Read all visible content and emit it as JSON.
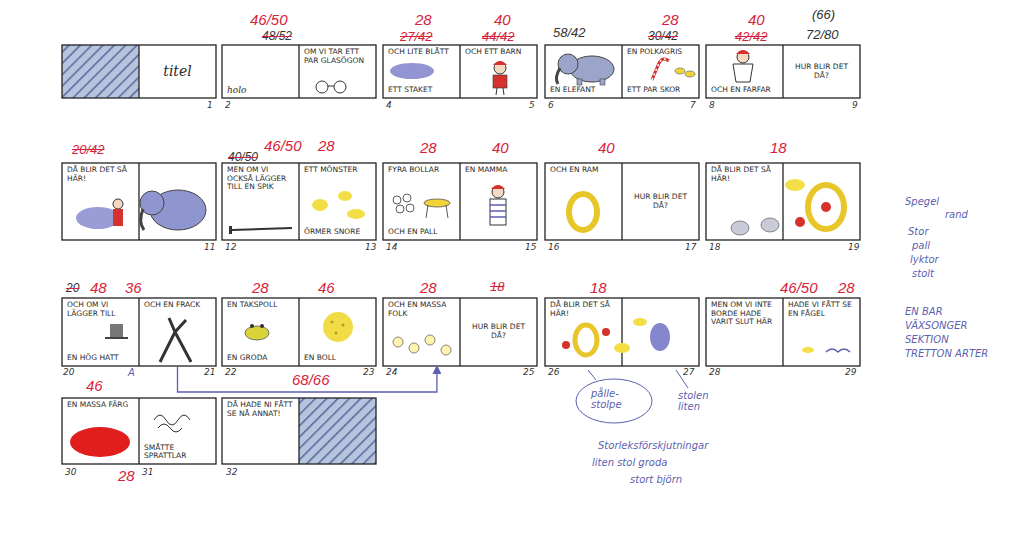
{
  "diagram": {
    "nodes": [
      {
        "text": [
          "titel"
        ]
      },
      {
        "text": [
          "holo"
        ]
      },
      {
        "text": [
          "OM VI TAR ETT PAR GLASÖGON"
        ]
      },
      {
        "text": [
          "OCH LITE BLÅTT",
          "ETT STAKET"
        ]
      },
      {
        "text": [
          "OCH ETT BARN"
        ]
      },
      {
        "text": [
          "EN ELEFANT"
        ]
      },
      {
        "text": [
          "EN POLKAGRIS",
          "ETT PAR SKOR"
        ]
      },
      {
        "text": [
          "OCH EN FARFAR"
        ]
      },
      {
        "text": [
          "HUR BLIR DET DÅ?"
        ]
      },
      {
        "text": [
          "DÅ BLIR DET SÅ HÄR!"
        ]
      },
      {
        "text": [
          "MEN OM VI OCKSÅ LÄGGER TILL EN SPIK"
        ]
      },
      {
        "text": [
          "ETT MÖNSTER",
          "ÖRMER SNORE"
        ]
      },
      {
        "text": [
          "FYRA BOLLAR",
          "OCH EN PALL"
        ]
      },
      {
        "text": [
          "EN MAMMA"
        ]
      },
      {
        "text": [
          "OCH EN RAM"
        ]
      },
      {
        "text": [
          "HUR BLIR DET DÅ?"
        ]
      },
      {
        "text": [
          "DÅ BLIR DET SÅ HÄR!"
        ]
      },
      {
        "text": [
          "OCH OM VI LÄGGER TILL",
          "EN HÖG HATT"
        ]
      },
      {
        "text": [
          "OCH EN FRACK"
        ]
      },
      {
        "text": [
          "EN TAKSPOLL",
          "EN GRODA"
        ]
      },
      {
        "text": [
          "EN BOLL"
        ]
      },
      {
        "text": [
          "OCH EN MASSA FOLK"
        ]
      },
      {
        "text": [
          "HUR BLIR DET DÅ?"
        ]
      },
      {
        "text": [
          "DÅ BLIR DET SÅ HÄR!"
        ]
      },
      {
        "text": [
          "MEN OM VI INTE BORDE HADE VARIT SLUT HÄR"
        ]
      },
      {
        "text": [
          "HADE VI FÅTT SE EN FÅGEL"
        ]
      },
      {
        "text": [
          "EN MASSA FÄRG"
        ]
      },
      {
        "text": [
          "SMÅTTE SPRATTLAR"
        ]
      },
      {
        "text": [
          "DÅ HADE NI FÅTT SE NÅ ANNAT!"
        ]
      }
    ],
    "edges": [
      {
        "from": 18,
        "to": 21,
        "arrow": "to"
      }
    ],
    "labels": [
      "46/50",
      "48/52",
      "28",
      "27/42",
      "40",
      "44/42",
      "58/42",
      "28",
      "30/42",
      "40",
      "42/42",
      "(66)",
      "72/80",
      "1",
      "2",
      "4",
      "5",
      "6",
      "7",
      "8",
      "9",
      "20/42",
      "40/50",
      "46/50",
      "28",
      "28",
      "40",
      "40",
      "18",
      "11",
      "12",
      "13",
      "14",
      "15",
      "16",
      "17",
      "18",
      "19",
      "Spegel",
      "rand",
      "Stor",
      "pall",
      "lyktor",
      "stolt",
      "20",
      "48",
      "36",
      "28",
      "46",
      "28",
      "18",
      "18",
      "46/50",
      "28",
      "20",
      "21",
      "22",
      "23",
      "24",
      "25",
      "26",
      "27",
      "28",
      "29",
      "A",
      "EN BAR",
      "VÄXSONGER",
      "SEKTION",
      "TRETTON ARTER",
      "46",
      "68/66",
      "28",
      "30",
      "31",
      "32",
      "pålle-stolpe",
      "stolen liten",
      "Storleksförskjutningar",
      "liten stol groda",
      "stort björn"
    ]
  }
}
